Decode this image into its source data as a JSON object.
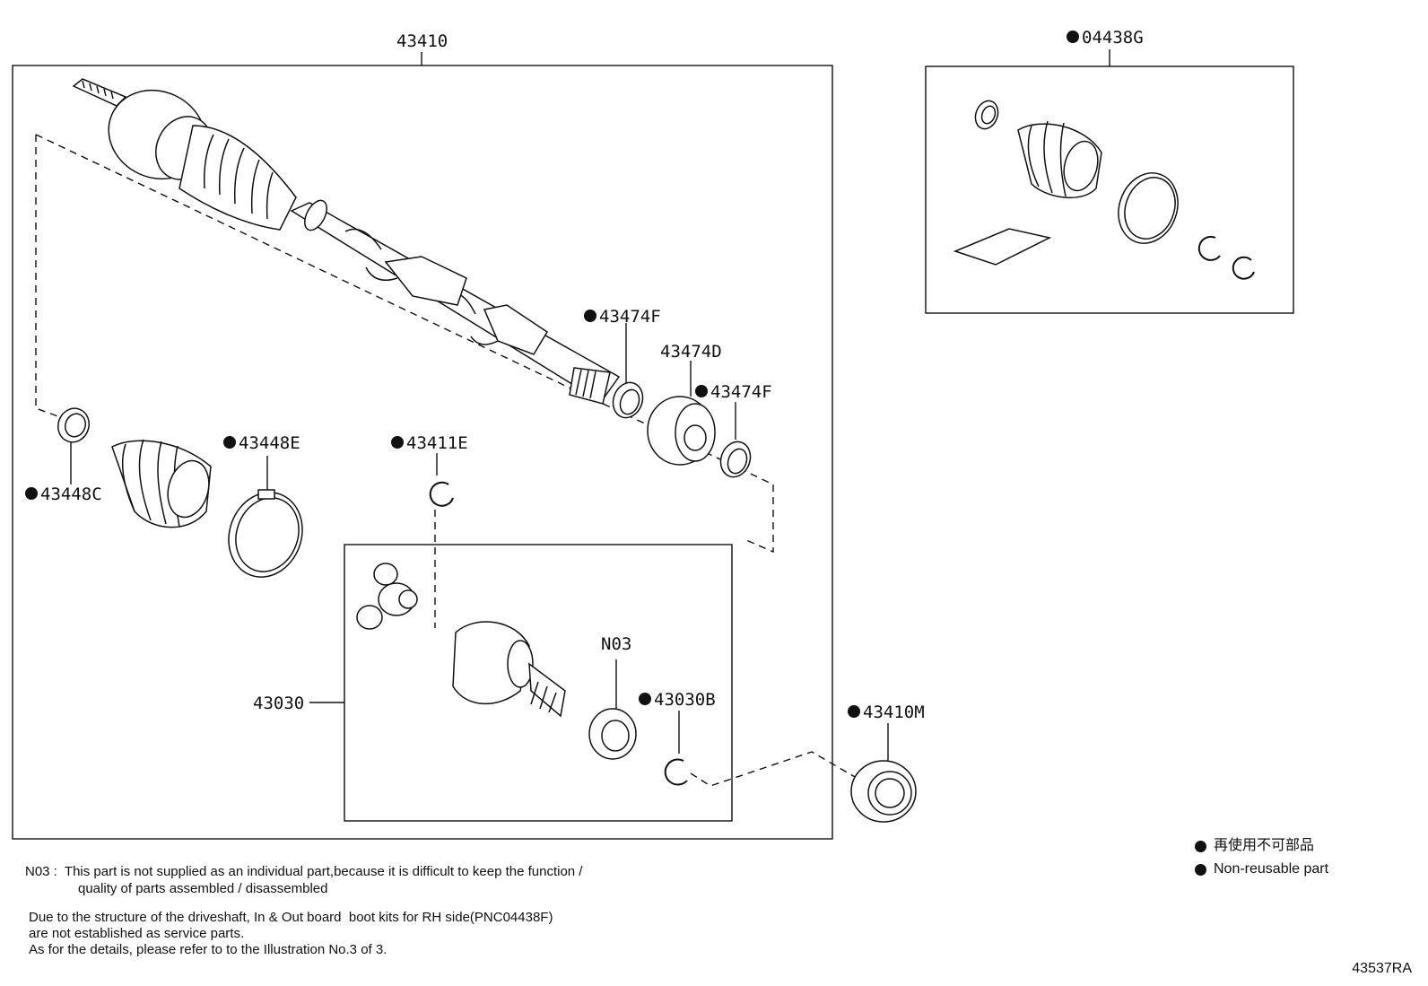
{
  "labels": {
    "main_assembly": "43410",
    "boot_kit": "04438G",
    "clamp_c": "43448C",
    "boot_e": "43448E",
    "clamp_f_top": "43474F",
    "damper_d": "43474D",
    "clamp_f_right": "43474F",
    "snap_ring_e": "43411E",
    "inboard_joint": "43030",
    "n03": "N03",
    "snap_ring_b": "43030B",
    "bearing_m": "43410M"
  },
  "notes": {
    "n03_line1": "N03 :  This part is not supplied as an individual part,because it is difficult to keep the function /",
    "n03_line2": "quality of parts assembled / disassembled",
    "structure_line1": "Due to the structure of the driveshaft, In & Out board  boot kits for RH side(PNC04438F)",
    "structure_line2": "are not established as service parts.",
    "structure_line3": "As for the details, please refer to to the Illustration No.3 of 3."
  },
  "legend": {
    "jp": "再使用不可部品",
    "en": "Non-reusable part"
  },
  "illustration_id": "43537RA"
}
